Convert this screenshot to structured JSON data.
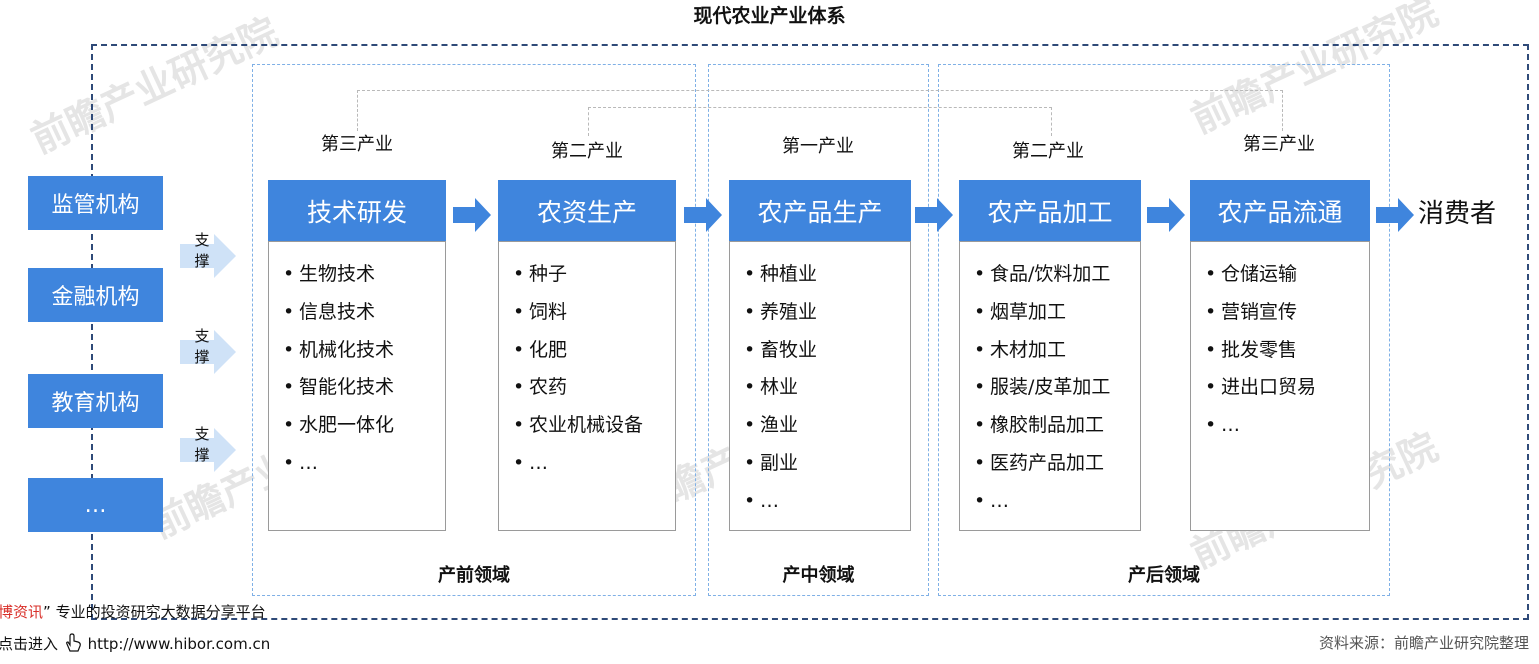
{
  "title": "现代农业产业体系",
  "orgs": [
    "监管机构",
    "金融机构",
    "教育机构",
    "…"
  ],
  "support_label": "支撑",
  "industries": [
    "第三产业",
    "第二产业",
    "第一产业",
    "第二产业",
    "第三产业"
  ],
  "stages": [
    {
      "name": "技术研发",
      "items": [
        "生物技术",
        "信息技术",
        "机械化技术",
        "智能化技术",
        "水肥一体化",
        "…"
      ]
    },
    {
      "name": "农资生产",
      "items": [
        "种子",
        "饲料",
        "化肥",
        "农药",
        "农业机械设备",
        "…"
      ]
    },
    {
      "name": "农产品生产",
      "items": [
        "种植业",
        "养殖业",
        "畜牧业",
        "林业",
        "渔业",
        "副业",
        "…"
      ]
    },
    {
      "name": "农产品加工",
      "items": [
        "食品/饮料加工",
        "烟草加工",
        "木材加工",
        "服装/皮革加工",
        "橡胶制品加工",
        "医药产品加工",
        "…"
      ]
    },
    {
      "name": "农产品流通",
      "items": [
        "仓储运输",
        "营销宣传",
        "批发零售",
        "进出口贸易",
        "…"
      ]
    }
  ],
  "bullet": "•",
  "consumer": "消费者",
  "domains": [
    "产前领域",
    "产中领域",
    "产后领域"
  ],
  "footer": {
    "brand": "博资讯",
    "open_quote": "“",
    "close_quote": "”",
    "tagline": "专业的投资研究大数据分享平台",
    "enter": "点击进入",
    "url": "http://www.hibor.com.cn",
    "source": "资料来源：前瞻产业研究院整理"
  },
  "watermark": "前瞻产业研究院",
  "colors": {
    "accent": "#3f85dd",
    "arrow": "#3f85dd",
    "support_arrow": "#cfe2f7",
    "outer_border": "#2f4a78",
    "domain_border": "#7fb0e6"
  }
}
